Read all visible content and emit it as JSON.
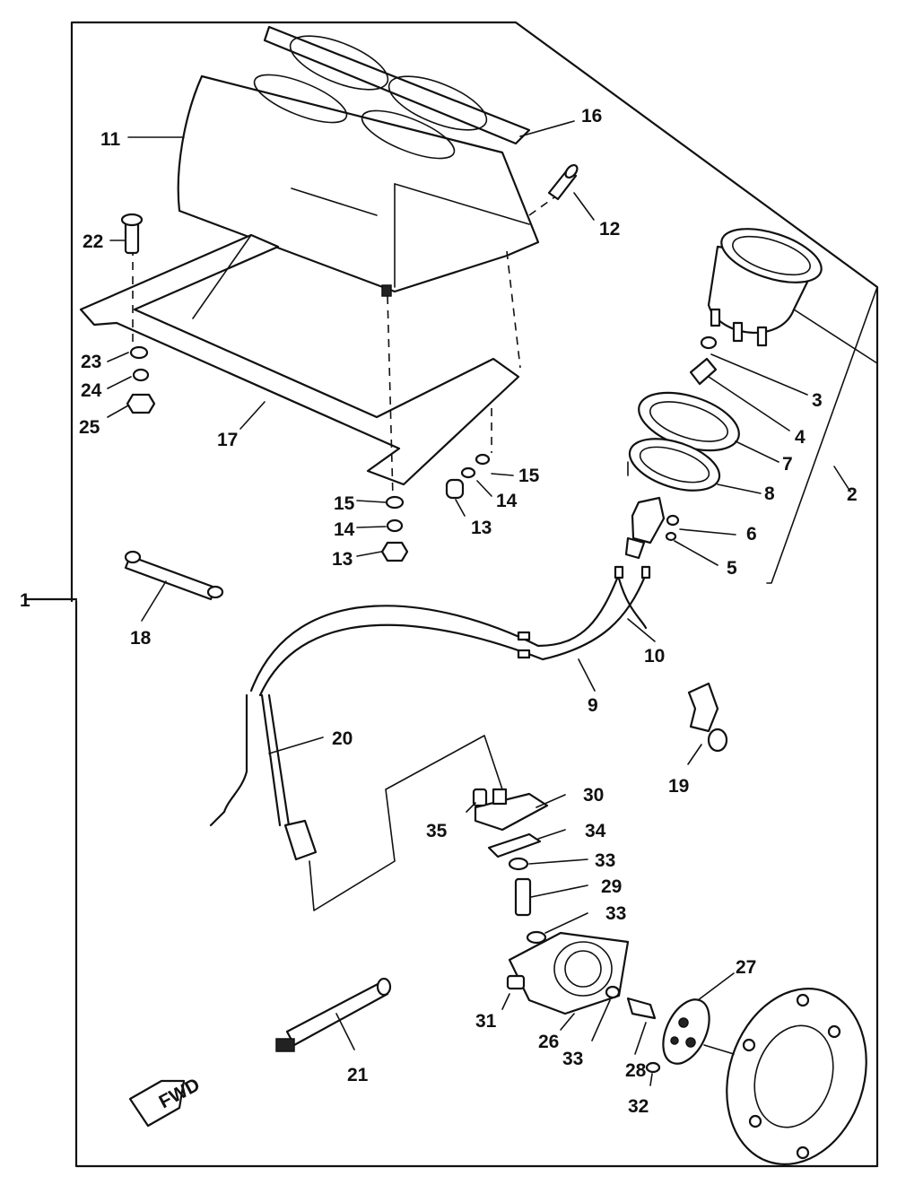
{
  "labels": {
    "l1": "1",
    "l2": "2",
    "l3": "3",
    "l4": "4",
    "l5": "5",
    "l6": "6",
    "l7": "7",
    "l8": "8",
    "l9": "9",
    "l10": "10",
    "l11": "11",
    "l12": "12",
    "l13a": "13",
    "l13b": "13",
    "l14a": "14",
    "l14b": "14",
    "l15a": "15",
    "l15b": "15",
    "l16": "16",
    "l17": "17",
    "l18": "18",
    "l19": "19",
    "l20": "20",
    "l21": "21",
    "l22": "22",
    "l23": "23",
    "l24": "24",
    "l25": "25",
    "l26": "26",
    "l27": "27",
    "l28": "28",
    "l29": "29",
    "l30": "30",
    "l31": "31",
    "l32": "32",
    "l33a": "33",
    "l33b": "33",
    "l33c": "33",
    "l34": "34",
    "l35": "35"
  },
  "fwd_badge": "FWD"
}
